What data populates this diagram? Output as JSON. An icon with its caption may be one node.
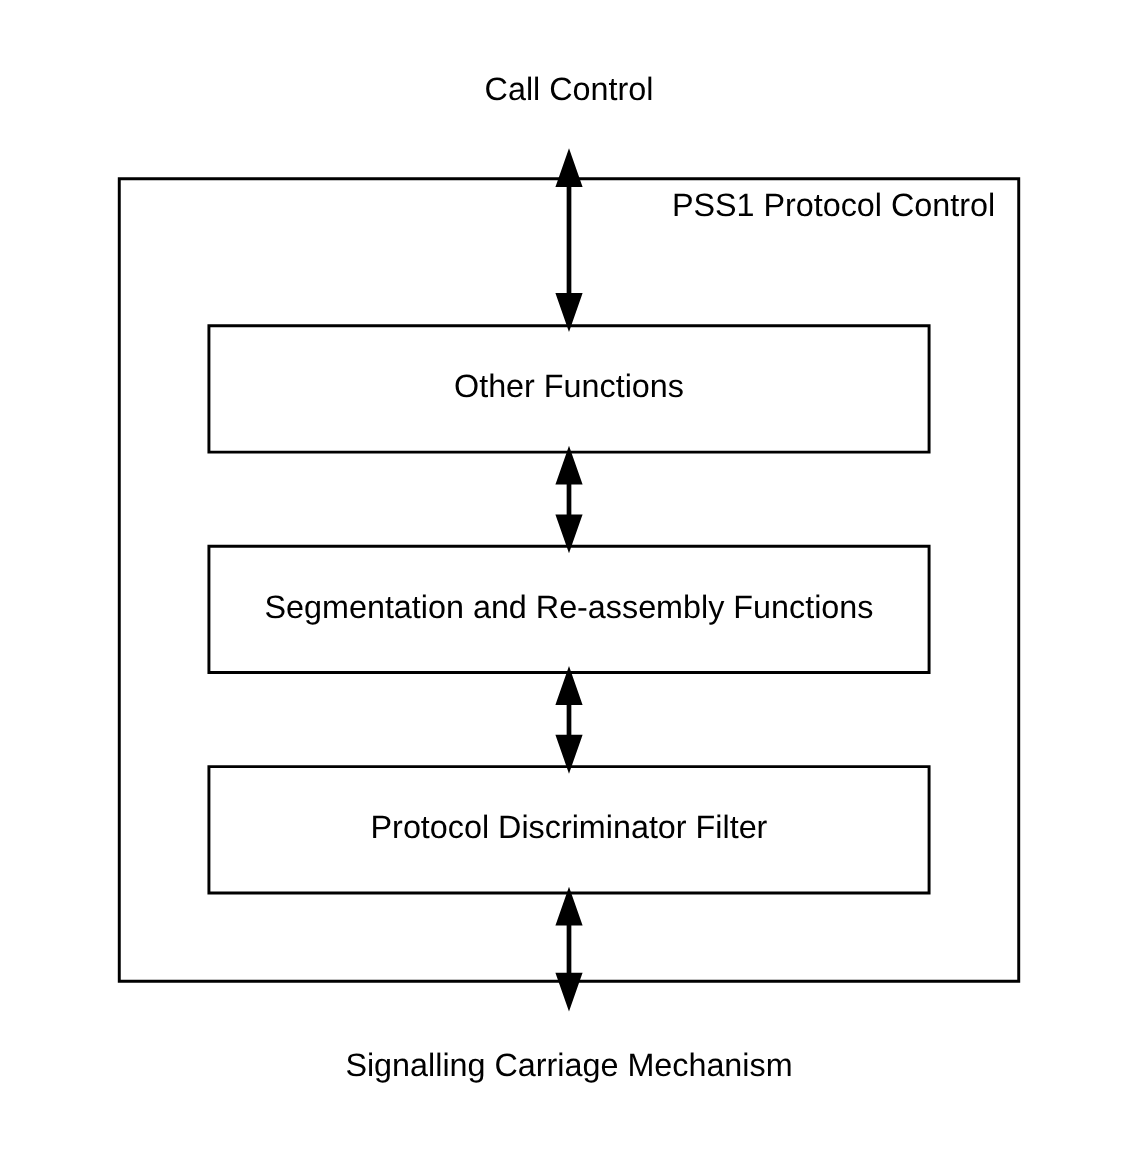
{
  "diagram": {
    "nodes": [
      {
        "text": [
          "PSS1 Protocol Control"
        ]
      },
      {
        "text": [
          "Other Functions"
        ],
        "in": 0
      },
      {
        "text": [
          "Segmentation and Re-assembly Functions"
        ],
        "in": 0
      },
      {
        "text": [
          "Protocol Discriminator Filter"
        ],
        "in": 0
      },
      {
        "text": [
          "Call Control"
        ]
      },
      {
        "text": [
          "Signalling Carriage Mechanism"
        ]
      }
    ],
    "edges": [
      {
        "from": 4,
        "to": 1,
        "arrow": "both"
      },
      {
        "from": 1,
        "to": 2,
        "arrow": "both"
      },
      {
        "from": 2,
        "to": 3,
        "arrow": "both"
      },
      {
        "from": 3,
        "to": 5,
        "arrow": "both"
      }
    ]
  }
}
